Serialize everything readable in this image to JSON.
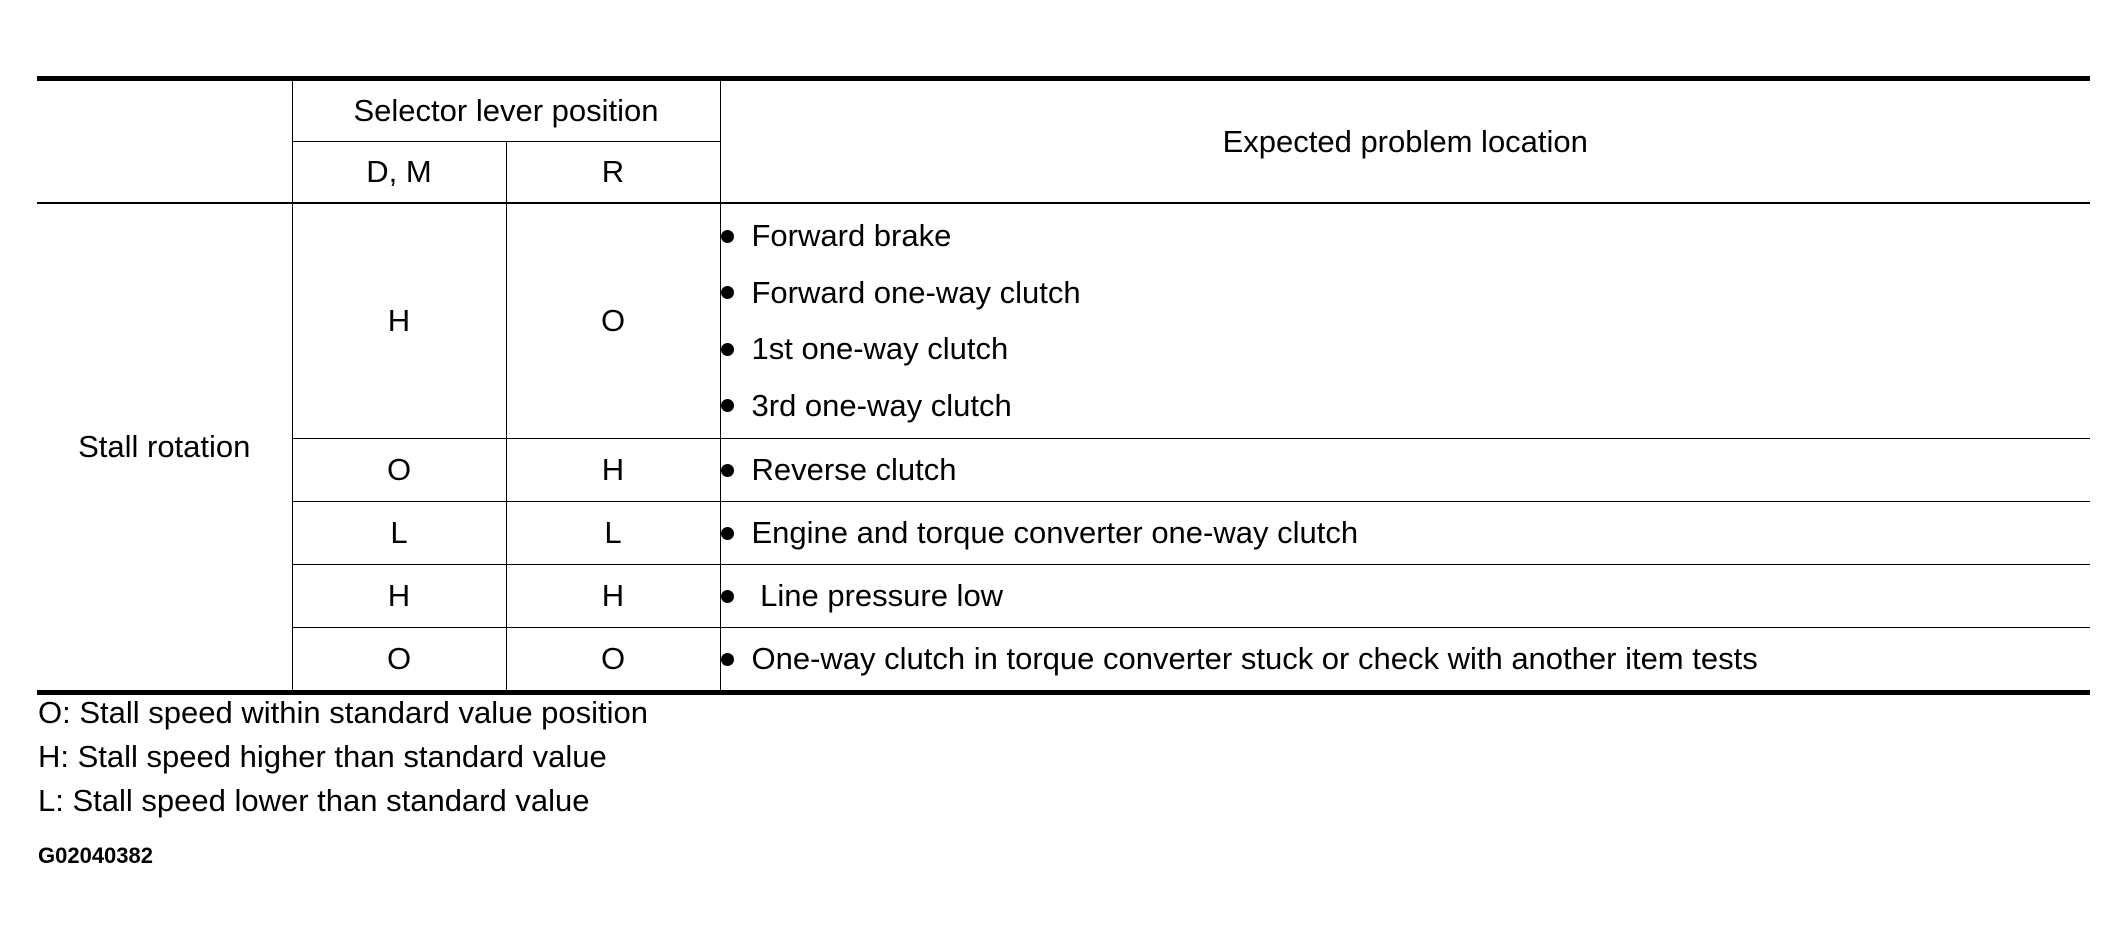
{
  "header": {
    "selector_lever_position": "Selector lever position",
    "col_dm": "D, M",
    "col_r": "R",
    "expected_problem_location": "Expected problem location"
  },
  "row_label": "Stall rotation",
  "rows": [
    {
      "dm": "H",
      "r": "O",
      "problems": [
        "Forward brake",
        "Forward one-way clutch",
        "1st one-way clutch",
        "3rd one-way clutch"
      ]
    },
    {
      "dm": "O",
      "r": "H",
      "problems": [
        "Reverse clutch"
      ]
    },
    {
      "dm": "L",
      "r": "L",
      "problems": [
        "Engine and torque converter one-way clutch"
      ]
    },
    {
      "dm": "H",
      "r": "H",
      "problems": [
        " Line pressure low"
      ]
    },
    {
      "dm": "O",
      "r": "O",
      "problems": [
        "One-way clutch in torque converter stuck or check with another item tests"
      ]
    }
  ],
  "legend": [
    "O: Stall speed within standard value position",
    "H: Stall speed higher than standard value",
    "L: Stall speed lower than standard value"
  ],
  "figure_code": "G02040382"
}
